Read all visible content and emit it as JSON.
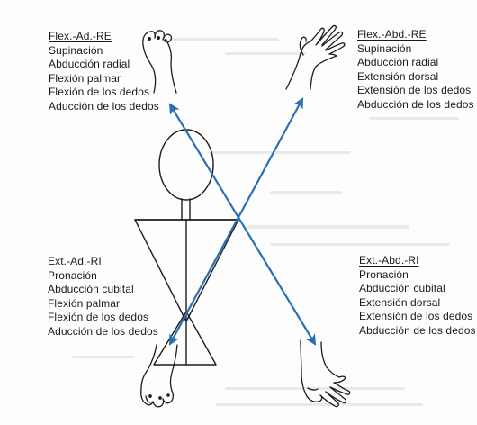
{
  "diagram": {
    "colors": {
      "arrow": "#2a6fb3",
      "lineart": "#1c1c1c",
      "text": "#1a1a1a"
    },
    "labels": {
      "top_left": {
        "heading": "Flex.-Ad.-RE",
        "items": [
          "Supinación",
          "Abducción radial",
          "Flexión palmar",
          "Flexión de los dedos",
          "Aducción de los dedos"
        ]
      },
      "top_right": {
        "heading": "Flex.-Abd.-RE",
        "items": [
          "Supinación",
          "Abducción radial",
          "Extensión dorsal",
          "Extensión de los dedos",
          "Abducción de los dedos"
        ]
      },
      "bottom_left": {
        "heading": "Ext.-Ad.-RI",
        "items": [
          "Pronación",
          "Abducción cubital",
          "Flexión palmar",
          "Flexión de los dedos",
          "Aducción de los dedos"
        ]
      },
      "bottom_right": {
        "heading": "Ext.-Abd.-RI",
        "items": [
          "Pronación",
          "Abducción cubital",
          "Extensión dorsal",
          "Extensión de los dedos",
          "Abducción de los dedos"
        ]
      }
    },
    "icons": {
      "top_left_hand": "closed-fist-hand-icon",
      "top_right_hand": "open-hand-icon",
      "bottom_left_hand": "closed-hand-down-icon",
      "bottom_right_hand": "open-hand-down-icon",
      "body": "stick-figure-icon"
    }
  }
}
